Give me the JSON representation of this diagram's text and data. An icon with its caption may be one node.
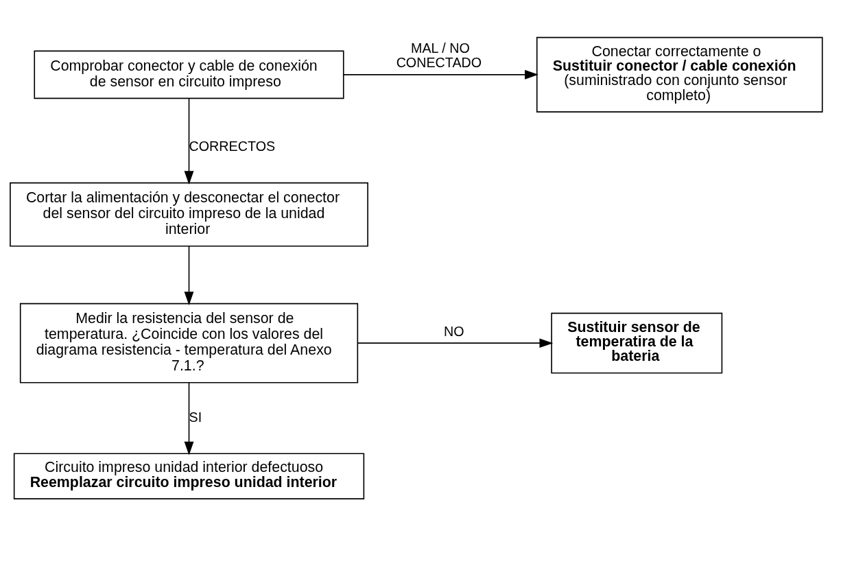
{
  "diagram": {
    "nodes": [
      {
        "text": [
          "Comprobar conector y cable de conexión de sensor en circuito impreso"
        ]
      },
      {
        "text": [
          "Conectar correctamente o",
          "Sustituir conector / cable conexión",
          "(suministrado con conjunto sensor completo)"
        ]
      },
      {
        "text": [
          "Cortar la alimentación y desconectar el conector del sensor del circuito impreso de la unidad interior"
        ]
      },
      {
        "text": [
          "Medir la resistencia del sensor de temperatura. ¿Coincide con los valores del diagrama resistencia - temperatura del Anexo 7.1.?"
        ]
      },
      {
        "text": [
          "Sustituir sensor de temperatira de la bateria"
        ]
      },
      {
        "text": [
          "Circuito impreso unidad interior defectuoso",
          "Reemplazar circuito impreso unidad interior"
        ]
      }
    ],
    "edges": [
      {
        "from": 0,
        "to": 1,
        "arrow": "to",
        "label": "MAL / NO CONECTADO"
      },
      {
        "from": 0,
        "to": 2,
        "arrow": "to",
        "label": "CORRECTOS"
      },
      {
        "from": 2,
        "to": 3,
        "arrow": "to"
      },
      {
        "from": 3,
        "to": 4,
        "arrow": "to",
        "label": "NO"
      },
      {
        "from": 3,
        "to": 5,
        "arrow": "to",
        "label": "SI"
      }
    ]
  }
}
